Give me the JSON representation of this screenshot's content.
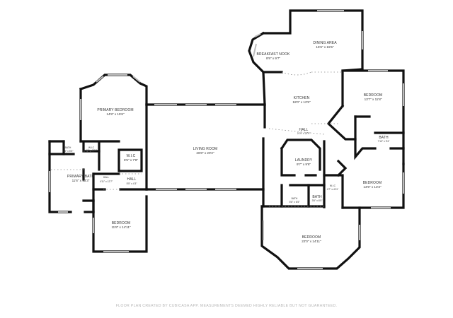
{
  "rooms": {
    "dining_area": {
      "name": "DINING AREA",
      "dims": "15'6\" x 15'5\""
    },
    "breakfast_nook": {
      "name": "BREAKFAST NOOK",
      "dims": "8'9\" x 9'7\""
    },
    "kitchen": {
      "name": "KITCHEN",
      "dims": "18'0\" x 12'9\""
    },
    "bedroom_ne": {
      "name": "BEDROOM",
      "dims": "13'7\" x 11'8\""
    },
    "bath_e": {
      "name": "BATH",
      "dims": "7'10\" x 9'4\""
    },
    "hall_center": {
      "name": "HALL",
      "dims": "21'9\" x 21'9\""
    },
    "laundry": {
      "name": "LAUNDRY",
      "dims": "9'7\" x 9'6\""
    },
    "bedroom_e": {
      "name": "BEDROOM",
      "dims": "13'9\" x 13'3\""
    },
    "wic_e": {
      "name": "W.I.C",
      "dims": "4'7\" x 4'11\""
    },
    "bath_center": {
      "name": "BATH",
      "dims": "3'6\" x 6'5\""
    },
    "bath_small": {
      "name": "BATH",
      "dims": "5'6\" x 6'5\""
    },
    "bedroom_se": {
      "name": "BEDROOM",
      "dims": "22'0\" x 14'11\""
    },
    "living_room": {
      "name": "LIVING ROOM",
      "dims": "26'8\" x 20'2\""
    },
    "primary_bedroom": {
      "name": "PRIMARY BEDROOM",
      "dims": "14'8\" x 15'6\""
    },
    "wic_west": {
      "name": "W.I.C",
      "dims": "6'5\" x 7'8\""
    },
    "wic_small": {
      "name": "W.I.C",
      "dims": "4'0\" x 2'11\""
    },
    "bath_west": {
      "name": "BATH",
      "dims": "6'8\" x 5'5\""
    },
    "primary_bath": {
      "name": "PRIMARY BATH",
      "dims": "11'6\" x 13'3\""
    },
    "hall_w1": {
      "name": "HALL",
      "dims": "4'11\" x 12'7\""
    },
    "hall_w2": {
      "name": "HALL",
      "dims": "5'5\" x 4'3\""
    },
    "bedroom_sw": {
      "name": "BEDROOM",
      "dims": "11'8\" x 14'11\""
    }
  },
  "footer": {
    "text": "FLOOR PLAN CREATED BY CUBICASA APP. MEASUREMENTS DEEMED HIGHLY RELIABLE BUT NOT GUARANTEED."
  },
  "colors": {
    "wall": "#111111",
    "window": "#bdbdbd",
    "text": "#333333",
    "footer": "#b8b8b8"
  }
}
